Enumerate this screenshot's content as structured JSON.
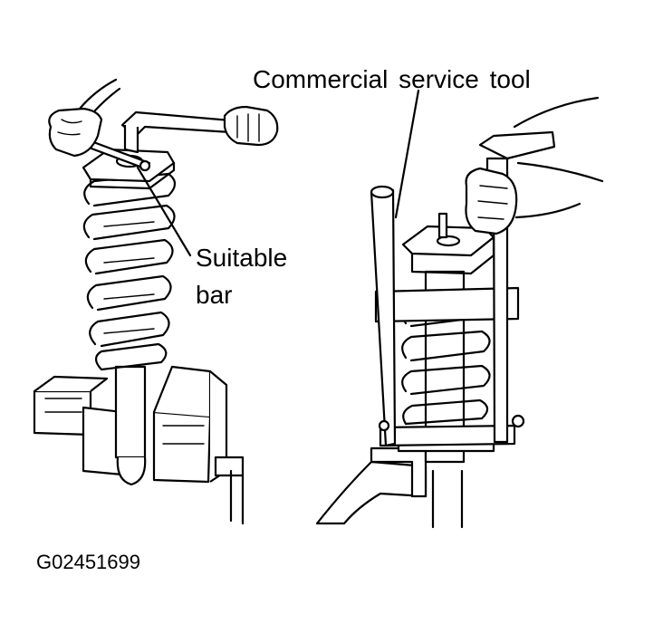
{
  "labels": {
    "commercial_service_tool": "Commercial service tool",
    "suitable_bar_line1": "Suitable",
    "suitable_bar_line2": "bar",
    "figure_id": "G02451699"
  }
}
